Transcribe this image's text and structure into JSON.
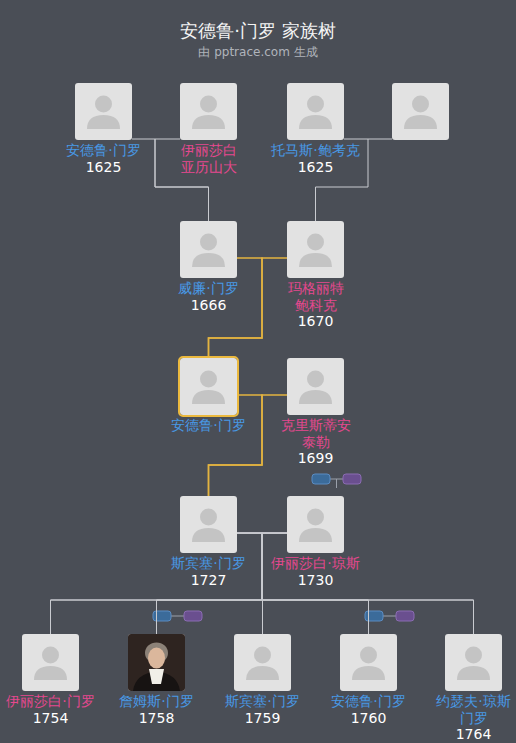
{
  "diagram": {
    "title": "安德鲁·门罗 家族树",
    "nodes": [
      {
        "text": [
          "安德鲁·门罗",
          "1625"
        ]
      },
      {
        "text": [
          "伊丽莎白 亚历山大"
        ]
      },
      {
        "text": [
          "托马斯·鲍考克",
          "1625"
        ]
      },
      {
        "text": [
          "威廉·门罗",
          "1666"
        ]
      },
      {
        "text": [
          "玛格丽特 鲍科克",
          "1670"
        ]
      },
      {
        "text": [
          "安德鲁·门罗"
        ]
      },
      {
        "text": [
          "克里斯蒂安 泰勒",
          "1699"
        ]
      },
      {
        "text": [
          "斯宾塞·门罗",
          "1727"
        ]
      },
      {
        "text": [
          "伊丽莎白·琼斯",
          "1730"
        ]
      },
      {
        "text": [
          "伊丽莎白·门罗",
          "1754"
        ]
      },
      {
        "text": [
          "詹姆斯·门罗",
          "1758"
        ]
      },
      {
        "text": [
          "斯宾塞·门罗",
          "1759"
        ]
      },
      {
        "text": [
          "安德鲁·门罗",
          "1760"
        ]
      },
      {
        "text": [
          "约瑟夫·琼斯 门罗",
          "1764"
        ]
      }
    ],
    "edges": [
      {
        "from": 0,
        "to": 3,
        "arrow": "none"
      },
      {
        "from": 1,
        "to": 3,
        "arrow": "none"
      },
      {
        "from": 2,
        "to": 4,
        "arrow": "none"
      },
      {
        "from": 3,
        "to": 5,
        "arrow": "none"
      },
      {
        "from": 4,
        "to": 5,
        "arrow": "none"
      },
      {
        "from": 5,
        "to": 7,
        "arrow": "none"
      },
      {
        "from": 6,
        "to": 7,
        "arrow": "none"
      },
      {
        "from": 7,
        "to": 9,
        "arrow": "none"
      },
      {
        "from": 7,
        "to": 10,
        "arrow": "none"
      },
      {
        "from": 7,
        "to": 11,
        "arrow": "none"
      },
      {
        "from": 7,
        "to": 12,
        "arrow": "none"
      },
      {
        "from": 7,
        "to": 13,
        "arrow": "none"
      },
      {
        "from": 8,
        "to": 9,
        "arrow": "none"
      },
      {
        "from": 8,
        "to": 10,
        "arrow": "none"
      },
      {
        "from": 8,
        "to": 11,
        "arrow": "none"
      },
      {
        "from": 8,
        "to": 12,
        "arrow": "none"
      },
      {
        "from": 8,
        "to": 13,
        "arrow": "none"
      }
    ],
    "labels": [
      "由 pptrace.com 生成"
    ]
  }
}
